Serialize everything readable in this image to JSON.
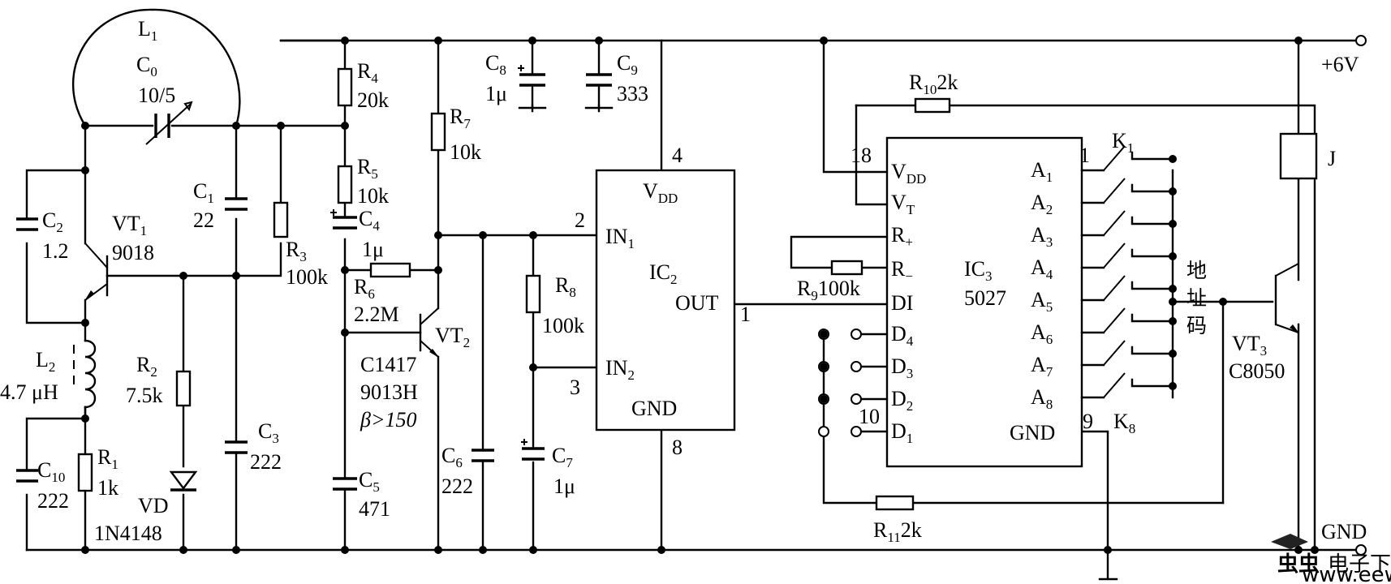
{
  "diagram": {
    "title": "",
    "supply": {
      "plus": "+6V",
      "gnd": "GND"
    },
    "resistors": {
      "r1": {
        "ref": "R",
        "sub": "1",
        "value": "1k"
      },
      "r2": {
        "ref": "R",
        "sub": "2",
        "value": "7.5k"
      },
      "r3": {
        "ref": "R",
        "sub": "3",
        "value": "100k"
      },
      "r4": {
        "ref": "R",
        "sub": "4",
        "value": "20k"
      },
      "r5": {
        "ref": "R",
        "sub": "5",
        "value": "10k"
      },
      "r6": {
        "ref": "R",
        "sub": "6",
        "value": "2.2M"
      },
      "r7": {
        "ref": "R",
        "sub": "7",
        "value": "10k"
      },
      "r8": {
        "ref": "R",
        "sub": "8",
        "value": "100k"
      },
      "r9": {
        "ref": "R",
        "sub": "9",
        "value": "100k"
      },
      "r10": {
        "ref": "R",
        "sub": "10",
        "value": "2k"
      },
      "r11": {
        "ref": "R",
        "sub": "11",
        "value": "2k"
      }
    },
    "capacitors": {
      "c0": {
        "ref": "C",
        "sub": "0",
        "value": "10/5"
      },
      "c1": {
        "ref": "C",
        "sub": "1",
        "value": "22"
      },
      "c2": {
        "ref": "C",
        "sub": "2",
        "value": "1.2"
      },
      "c3": {
        "ref": "C",
        "sub": "3",
        "value": "222"
      },
      "c4": {
        "ref": "C",
        "sub": "4",
        "value": "1μ"
      },
      "c5": {
        "ref": "C",
        "sub": "5",
        "value": "471"
      },
      "c6": {
        "ref": "C",
        "sub": "6",
        "value": "222"
      },
      "c7": {
        "ref": "C",
        "sub": "7",
        "value": "1μ"
      },
      "c8": {
        "ref": "C",
        "sub": "8",
        "value": "1μ"
      },
      "c9": {
        "ref": "C",
        "sub": "9",
        "value": "333"
      },
      "c10": {
        "ref": "C",
        "sub": "10",
        "value": "222"
      }
    },
    "inductors": {
      "l1": {
        "ref": "L",
        "sub": "1"
      },
      "l2": {
        "ref": "L",
        "sub": "2",
        "value": "4.7 μH"
      }
    },
    "transistors": {
      "vt1": {
        "ref": "VT",
        "sub": "1",
        "type": "9018"
      },
      "vt2": {
        "ref": "VT",
        "sub": "2",
        "types": [
          "C1417",
          "9013H"
        ],
        "gain": "β>150"
      },
      "vt3": {
        "ref": "VT",
        "sub": "3",
        "type": "C8050"
      }
    },
    "diode": {
      "ref": "VD",
      "type": "1N4148"
    },
    "relay": {
      "ref": "J"
    },
    "ic2": {
      "ref": "IC",
      "sub": "2",
      "pins": {
        "vdd": {
          "name": "V",
          "sub": "DD",
          "num": "4"
        },
        "in1": {
          "name": "IN",
          "sub": "1",
          "num": "2"
        },
        "in2": {
          "name": "IN",
          "sub": "2",
          "num": "3"
        },
        "out": {
          "name": "OUT",
          "num": "1"
        },
        "gnd": {
          "name": "GND",
          "num": "8"
        }
      }
    },
    "ic3": {
      "ref": "IC",
      "sub": "3",
      "part": "5027",
      "pins": {
        "vdd": {
          "name": "V",
          "sub": "DD",
          "num": "18"
        },
        "vt": {
          "name": "V",
          "sub": "T"
        },
        "rplus": {
          "name": "R",
          "sub": "+"
        },
        "rminus": {
          "name": "R",
          "sub": "−"
        },
        "di": {
          "name": "DI"
        },
        "gnd": {
          "name": "GND",
          "num": "9"
        }
      },
      "data_pins": [
        {
          "name": "D",
          "sub": "4"
        },
        {
          "name": "D",
          "sub": "3"
        },
        {
          "name": "D",
          "sub": "2"
        },
        {
          "name": "D",
          "sub": "1",
          "num": "10"
        }
      ],
      "address_pins": [
        {
          "name": "A",
          "sub": "1",
          "num": "1"
        },
        {
          "name": "A",
          "sub": "2"
        },
        {
          "name": "A",
          "sub": "3"
        },
        {
          "name": "A",
          "sub": "4"
        },
        {
          "name": "A",
          "sub": "5"
        },
        {
          "name": "A",
          "sub": "6"
        },
        {
          "name": "A",
          "sub": "7"
        },
        {
          "name": "A",
          "sub": "8"
        }
      ]
    },
    "switches": {
      "first": {
        "ref": "K",
        "sub": "1"
      },
      "last": {
        "ref": "K",
        "sub": "8"
      }
    },
    "address_code_label": [
      "地",
      "址",
      "码"
    ],
    "watermark": {
      "logo": "虫虫",
      "name": "电子下载站",
      "url": "www.eeworm.com"
    }
  }
}
